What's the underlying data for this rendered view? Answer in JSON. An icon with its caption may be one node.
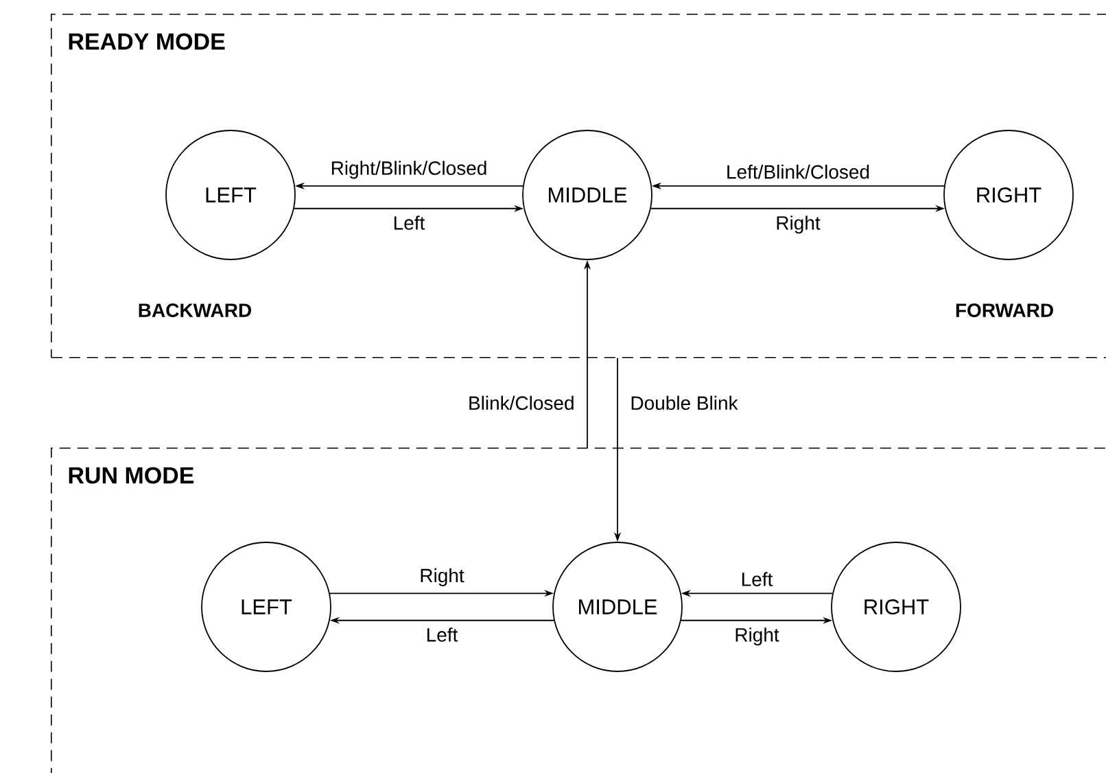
{
  "diagram": {
    "nodes": [
      {
        "text": [
          "READY MODE"
        ]
      },
      {
        "text": [
          "LEFT"
        ],
        "in": 0,
        "beside": [
          "BACKWARD"
        ]
      },
      {
        "text": [
          "MIDDLE"
        ],
        "in": 0
      },
      {
        "text": [
          "RIGHT"
        ],
        "in": 0,
        "beside": [
          "FORWARD"
        ]
      },
      {
        "text": [
          "RUN MODE"
        ]
      },
      {
        "text": [
          "LEFT"
        ],
        "in": 4
      },
      {
        "text": [
          "MIDDLE"
        ],
        "in": 4
      },
      {
        "text": [
          "RIGHT"
        ],
        "in": 4
      }
    ],
    "edges": [
      {
        "from": 2,
        "to": 1,
        "arrow": "to",
        "label": "Right/Blink/Closed"
      },
      {
        "from": 1,
        "to": 2,
        "arrow": "to",
        "label": "Left"
      },
      {
        "from": 3,
        "to": 2,
        "arrow": "to",
        "label": "Left/Blink/Closed"
      },
      {
        "from": 2,
        "to": 3,
        "arrow": "to",
        "label": "Right"
      },
      {
        "from": 4,
        "to": 2,
        "arrow": "to",
        "label": "Blink/Closed"
      },
      {
        "from": 0,
        "to": 6,
        "arrow": "to",
        "label": "Double Blink"
      },
      {
        "from": 5,
        "to": 6,
        "arrow": "to",
        "label": "Right"
      },
      {
        "from": 6,
        "to": 5,
        "arrow": "to",
        "label": "Left"
      },
      {
        "from": 7,
        "to": 6,
        "arrow": "to",
        "label": "Left"
      },
      {
        "from": 6,
        "to": 7,
        "arrow": "to",
        "label": "Right"
      }
    ]
  }
}
